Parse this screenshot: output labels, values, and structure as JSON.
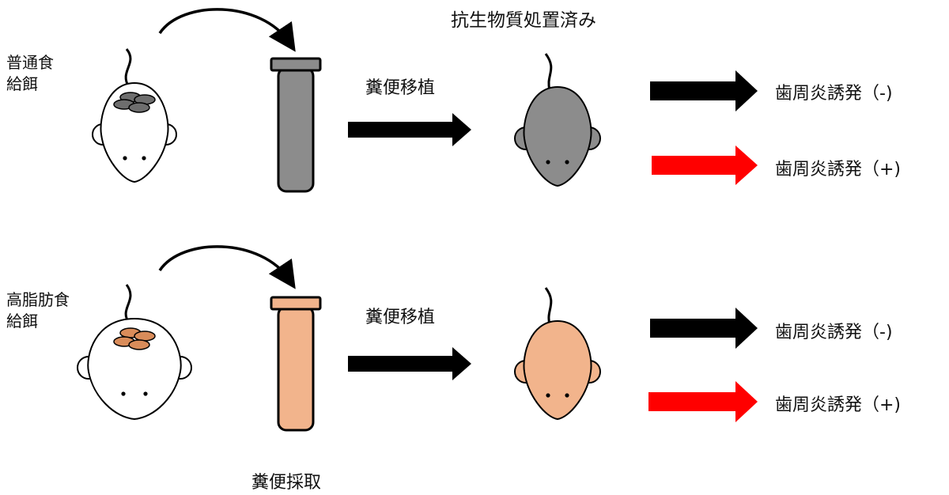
{
  "header": {
    "antibiotic_label": "抗生物質処置済み"
  },
  "rows": [
    {
      "diet_label_line1": "普通食",
      "diet_label_line2": "給餌",
      "transplant_label": "糞便移植",
      "outcome_negative": "歯周炎誘発（-)",
      "outcome_positive": "歯周炎誘発（+)"
    },
    {
      "diet_label_line1": "高脂肪食",
      "diet_label_line2": "給餌",
      "transplant_label": "糞便移植",
      "outcome_negative": "歯周炎誘発（-)",
      "outcome_positive": "歯周炎誘発（+)"
    }
  ],
  "footer": {
    "collection_label": "糞便採取"
  },
  "colors": {
    "normal_diet": "#8c8c8c",
    "high_fat_diet": "#f2b48c",
    "pellet_normal": "#6e6e6e",
    "pellet_high_fat": "#d98c5a",
    "arrow_black": "#000000",
    "arrow_red": "#ff0000"
  },
  "icons": [
    "mouse-icon",
    "food-pellets-icon",
    "test-tube-icon",
    "curved-arrow-icon",
    "arrow-icon"
  ]
}
